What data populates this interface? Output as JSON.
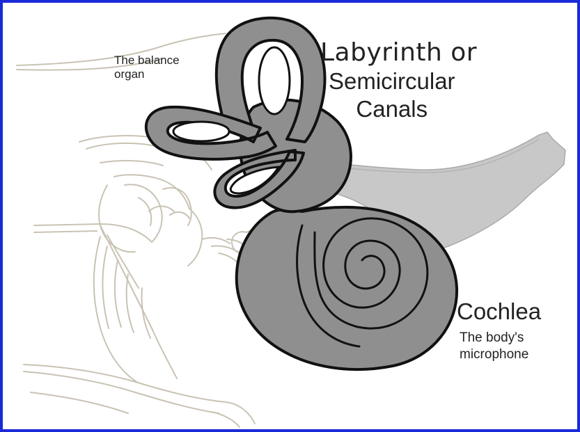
{
  "frame": {
    "border_color": "#1a2bd6"
  },
  "colors": {
    "organ_fill": "#8f8f8f",
    "organ_stroke": "#111111",
    "nerve_fill": "#c8c8c8",
    "sketch_stroke": "#c9c3b4"
  },
  "labels": {
    "balance_line1": "The balance",
    "balance_line2": "organ",
    "labyrinth": "Labyrinth  or",
    "semicircular_line1": "Semicircular",
    "semicircular_line2": "Canals",
    "cochlea": "Cochlea",
    "cochlea_sub_line1": "The body's",
    "cochlea_sub_line2": "microphone"
  }
}
